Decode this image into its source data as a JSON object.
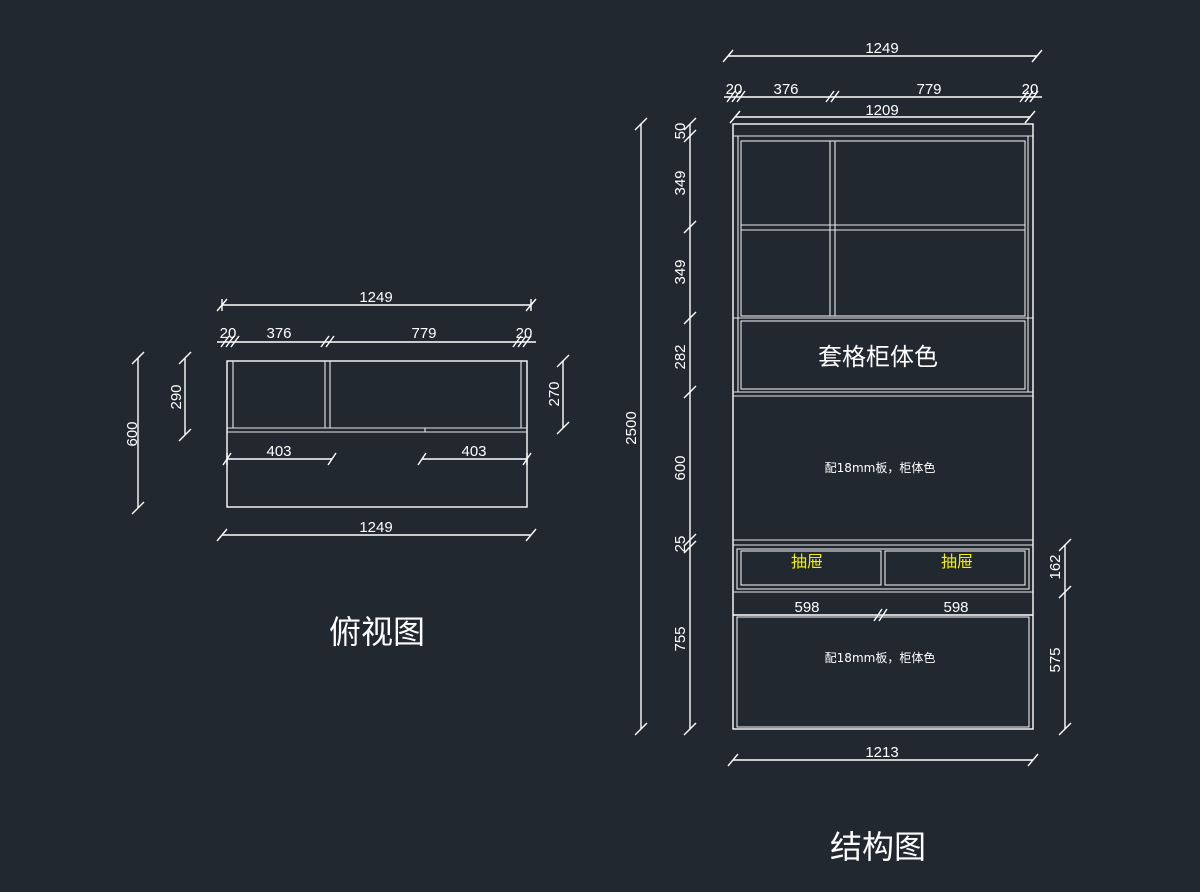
{
  "top_view": {
    "title": "俯视图",
    "overall_width_top": "1249",
    "left_edge": "20",
    "left_bay": "376",
    "right_bay": "779",
    "right_edge": "20",
    "depth_total": "600",
    "depth_upper": "290",
    "depth_right": "270",
    "drawer_left": "403",
    "drawer_right": "403",
    "overall_width_bottom": "1249"
  },
  "structure": {
    "title": "结构图",
    "overall_width": "1249",
    "left_edge": "20",
    "left_bay": "376",
    "right_bay": "779",
    "right_edge": "20",
    "inner_width": "1209",
    "total_height": "2500",
    "h_top": "50",
    "h_shelf1": "349",
    "h_shelf2": "349",
    "h_block": "282",
    "h_open": "600",
    "h_rail": "25",
    "h_bottom": "755",
    "h_drawer": "162",
    "h_base": "575",
    "drawer_w_left": "598",
    "drawer_w_right": "598",
    "bottom_width": "1213",
    "block_label": "套格柜体色",
    "open_note": "配18mm板，柜体色",
    "drawer_label_left": "抽屉",
    "drawer_label_right": "抽屉",
    "base_note": "配18mm板，柜体色"
  },
  "colors": {
    "background": "#212830",
    "line": "#ffffff",
    "drawer_label": "#f4f000"
  }
}
